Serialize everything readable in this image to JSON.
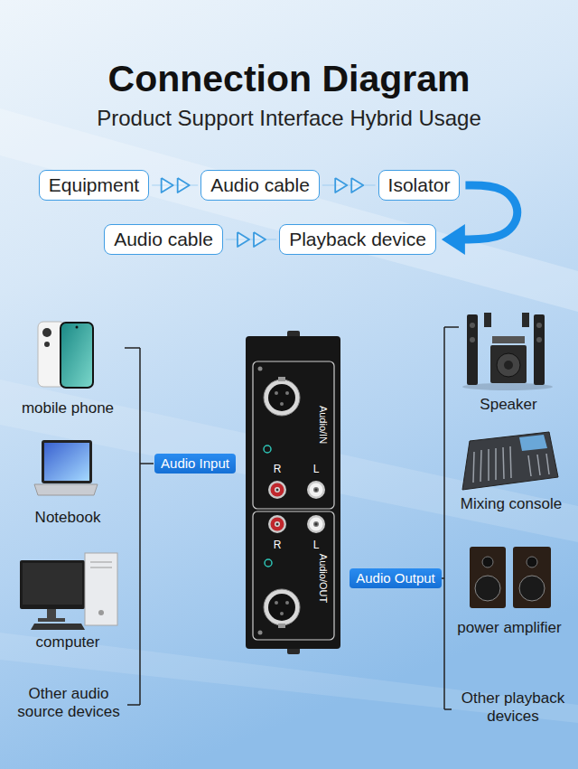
{
  "diagram": {
    "title": "Connection Diagram",
    "nodes": [
      {
        "text": [
          "Equipment"
        ]
      },
      {
        "text": [
          "Audio cable"
        ]
      },
      {
        "text": [
          "Isolator"
        ]
      },
      {
        "text": [
          "Audio cable"
        ]
      },
      {
        "text": [
          "Playback device"
        ]
      },
      {
        "text": [
          "Audio Input"
        ]
      },
      {
        "text": [
          "Audio Output"
        ]
      }
    ],
    "edges": [
      {
        "from": 0,
        "to": 1,
        "arrow": "to"
      },
      {
        "from": 1,
        "to": 2,
        "arrow": "to"
      },
      {
        "from": 2,
        "to": 4,
        "arrow": "to"
      },
      {
        "from": 3,
        "to": 4,
        "arrow": "to"
      }
    ],
    "labels": [
      "Product Support Interface Hybrid Usage",
      "mobile phone",
      "Notebook",
      "computer",
      "Other audio source devices",
      "Audio/IN",
      "R",
      "L",
      "R",
      "L",
      "Audio/OUT",
      "Speaker",
      "Mixing console",
      "power amplifier",
      "Other playback devices"
    ]
  }
}
